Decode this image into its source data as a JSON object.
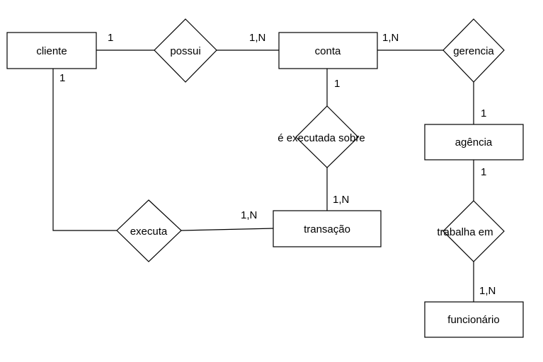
{
  "entities": {
    "cliente": "cliente",
    "conta": "conta",
    "agencia": "agência",
    "transacao": "transação",
    "funcionario": "funcionário"
  },
  "relationships": {
    "possui": "possui",
    "gerencia": "gerencia",
    "executada_sobre": "é executada sobre",
    "executa": "executa",
    "trabalha_em": "trabalha em"
  },
  "cardinalities": {
    "cliente_possui": "1",
    "conta_possui": "1,N",
    "conta_gerencia": "1,N",
    "agencia_gerencia": "1",
    "conta_executada": "1",
    "transacao_executada": "1,N",
    "cliente_executa": "1",
    "transacao_executa": "1,N",
    "agencia_trabalha": "1",
    "funcionario_trabalha": "1,N"
  }
}
